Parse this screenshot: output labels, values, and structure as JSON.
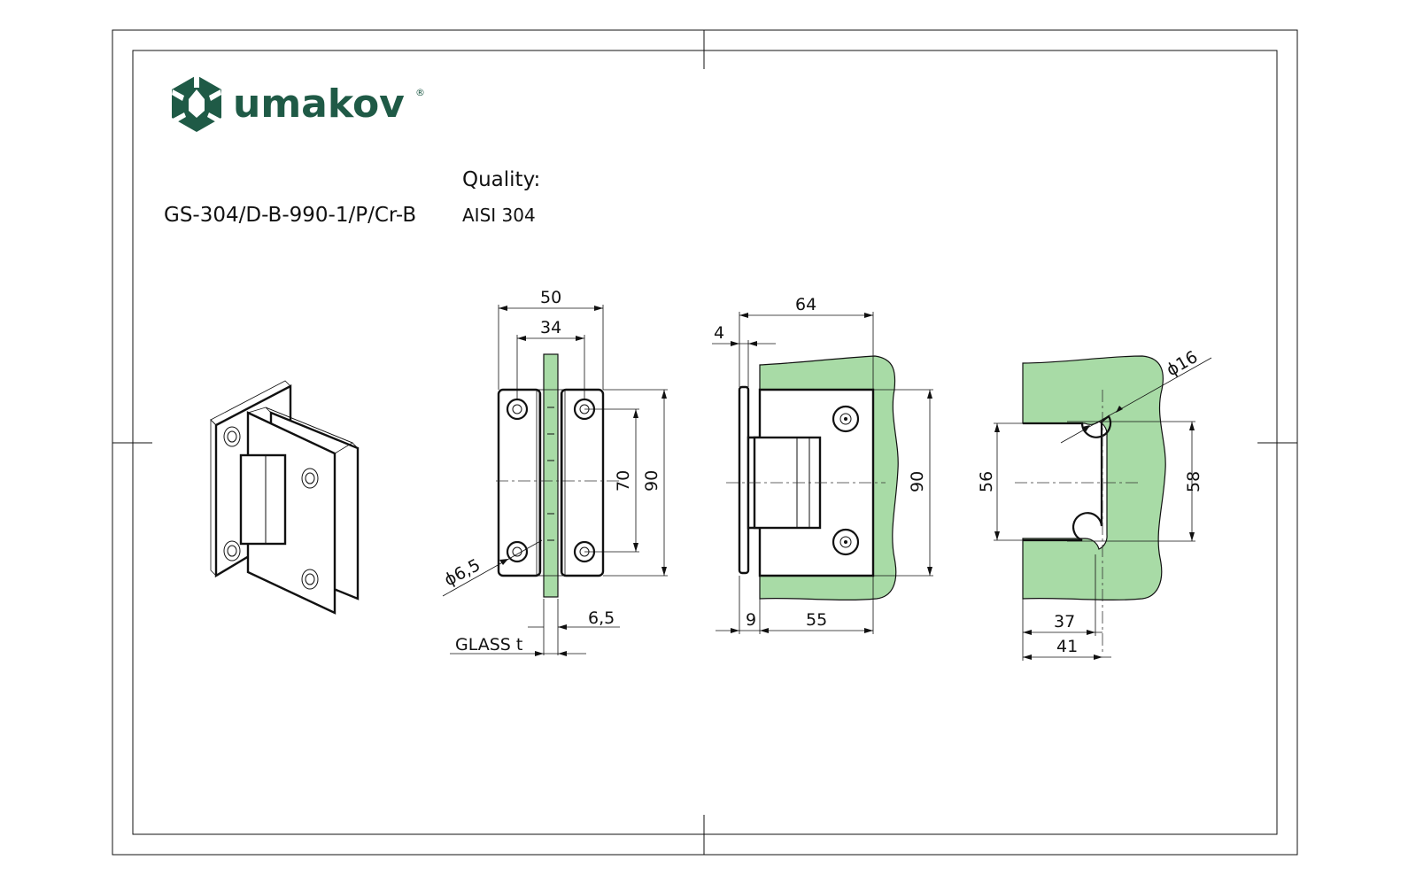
{
  "brand": {
    "name": "umakov",
    "registered": "®",
    "color": "#1f5a46"
  },
  "header": {
    "product_code": "GS-304/D-B-990-1/P/Cr-B",
    "quality_label": "Quality:",
    "quality_value": "AISI 304"
  },
  "colors": {
    "glass": "#a8dba6",
    "line": "#111111"
  },
  "front_view": {
    "dims": {
      "w50": "50",
      "w34": "34",
      "h70": "70",
      "h90": "90",
      "hole": "ϕ6,5",
      "glass_gap": "6,5",
      "glass_t": "GLASS t"
    }
  },
  "side_view": {
    "dims": {
      "w64": "64",
      "w4": "4",
      "h90": "90",
      "w9": "9",
      "w55": "55"
    }
  },
  "cutout_view": {
    "dims": {
      "dia16": "ϕ16",
      "h56": "56",
      "h58": "58",
      "w37": "37",
      "w41": "41"
    }
  }
}
